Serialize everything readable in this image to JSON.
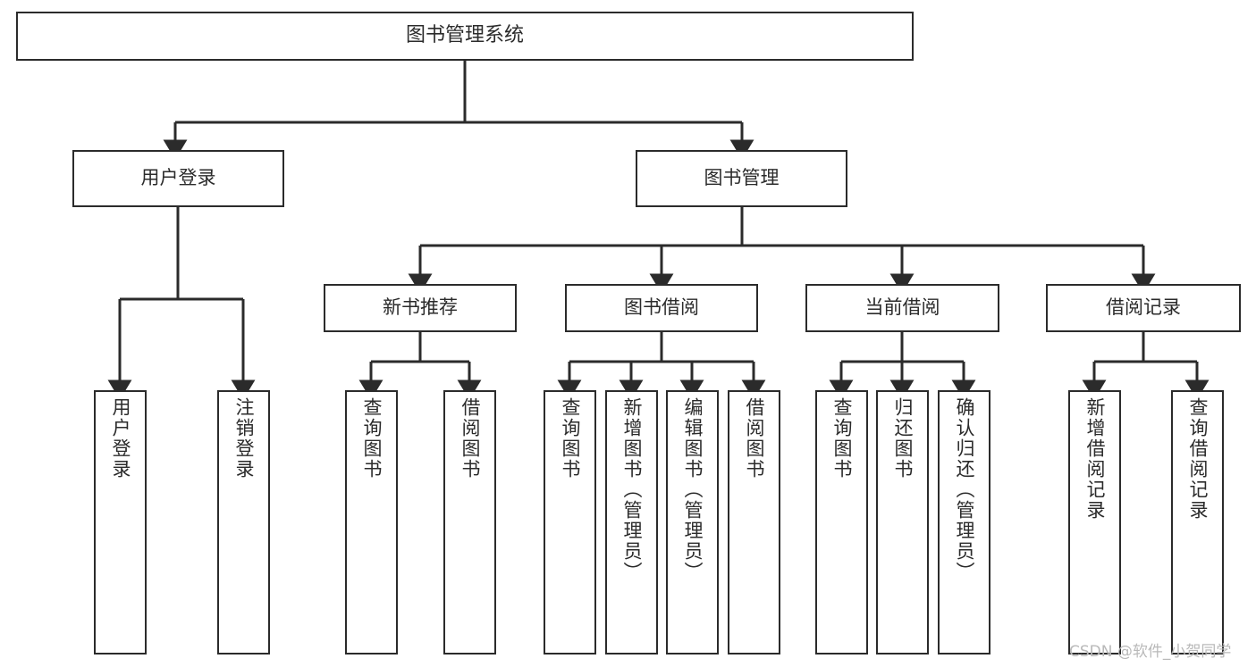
{
  "diagram": {
    "title": "图书管理系统",
    "type": "tree-hierarchy",
    "colors": {
      "stroke": "#2b2b2b",
      "fill": "#ffffff",
      "background": "#ffffff",
      "watermark": "#b9b9b9"
    },
    "nodes": {
      "root": {
        "label": "图书管理系统"
      },
      "level2": [
        {
          "label": "用户登录"
        },
        {
          "label": "图书管理"
        }
      ],
      "level3": [
        {
          "label": "新书推荐"
        },
        {
          "label": "图书借阅"
        },
        {
          "label": "当前借阅"
        },
        {
          "label": "借阅记录"
        }
      ],
      "leaves_user_login": [
        {
          "label": "用户登录"
        },
        {
          "label": "注销登录"
        }
      ],
      "leaves_new_book": [
        {
          "label": "查询图书"
        },
        {
          "label": "借阅图书"
        }
      ],
      "leaves_borrow": [
        {
          "label": "查询图书"
        },
        {
          "label": "新增图书（管理员）"
        },
        {
          "label": "编辑图书（管理员）"
        },
        {
          "label": "借阅图书"
        }
      ],
      "leaves_current": [
        {
          "label": "查询图书"
        },
        {
          "label": "归还图书"
        },
        {
          "label": "确认归还（管理员）"
        }
      ],
      "leaves_records": [
        {
          "label": "新增借阅记录"
        },
        {
          "label": "查询借阅记录"
        }
      ]
    },
    "watermark": "CSDN @软件_小贺同学"
  }
}
